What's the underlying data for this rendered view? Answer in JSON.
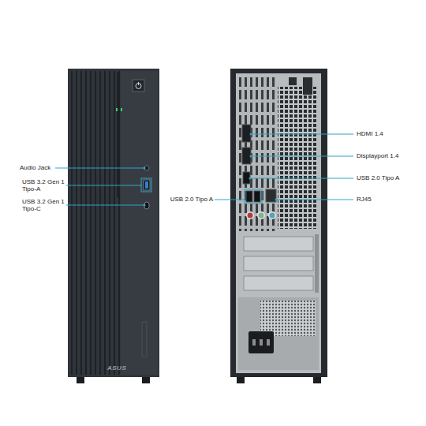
{
  "diagram": {
    "labels": [
      "Audio Jack",
      "USB 3.2 Gen 1 Tipo-A",
      "USB 3.2 Gen 1 Tipo-C",
      "ASUS",
      "HDMI 1.4",
      "Displayport 1.4",
      "USB 2.0 Tipo A",
      "USB 2.0 Tipo A",
      "RJ45"
    ]
  }
}
